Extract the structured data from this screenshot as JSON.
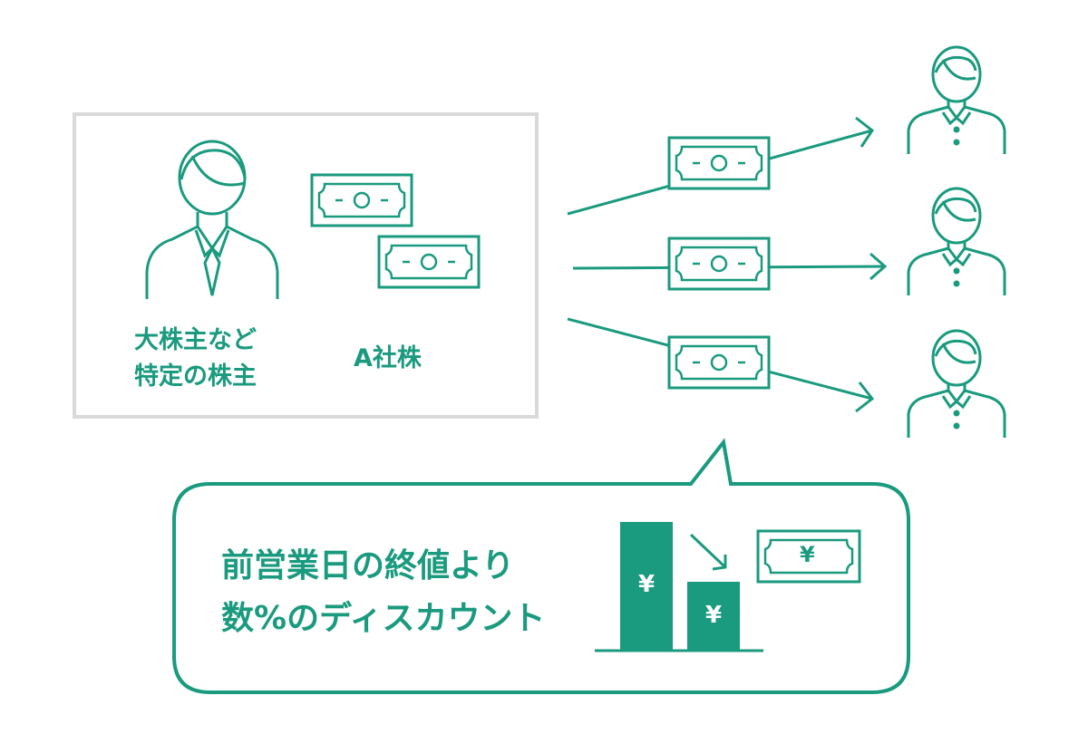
{
  "labels": {
    "holder_line1": "大株主など",
    "holder_line2": "特定の株主",
    "stock": "A社株",
    "callout_line1": "前営業日の終値より",
    "callout_line2": "数%のディスカウント"
  },
  "symbols": {
    "yen": "¥"
  },
  "colors": {
    "accent": "#1a9a7e",
    "box_border": "#d9d9d9"
  },
  "icons": [
    "person-icon",
    "banknote-icon",
    "arrow-icon",
    "bar-chart-icon",
    "down-arrow-icon"
  ]
}
